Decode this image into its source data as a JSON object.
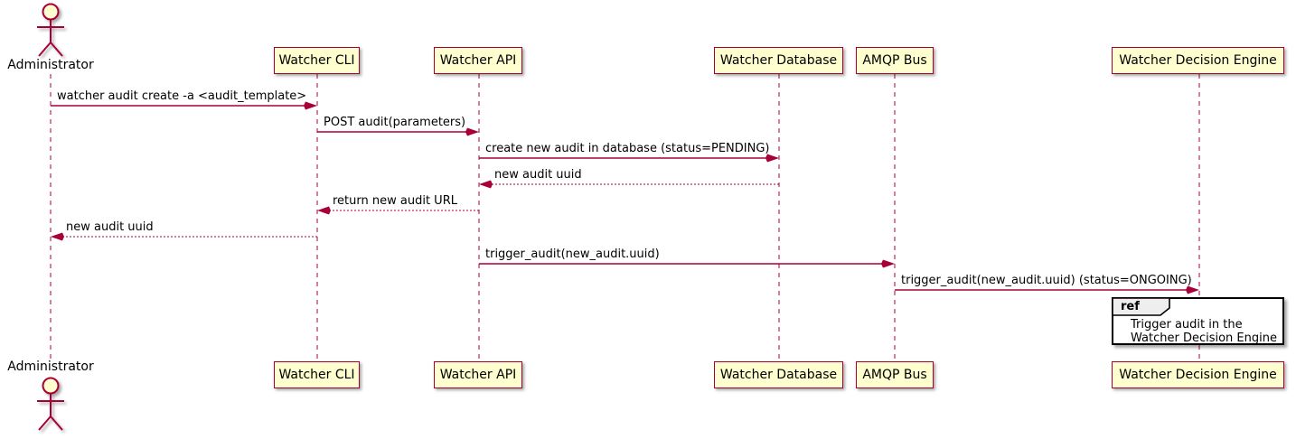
{
  "diagram": {
    "type": "uml-sequence-diagram",
    "colors": {
      "background": "#FFFFFF",
      "line": "#A80036",
      "participant_fill": "#FEFECE",
      "text": "#000000",
      "ref_fill": "#FFFFFF",
      "ref_header_fill": "#EEEEEE",
      "ref_border": "#000000"
    },
    "actor": {
      "name": "Administrator"
    },
    "participants": [
      {
        "name": "Watcher CLI"
      },
      {
        "name": "Watcher API"
      },
      {
        "name": "Watcher Database"
      },
      {
        "name": "AMQP Bus"
      },
      {
        "name": "Watcher Decision Engine"
      }
    ],
    "messages": [
      {
        "from": "Administrator",
        "to": "Watcher CLI",
        "label": "watcher audit create -a <audit_template>",
        "style": "solid"
      },
      {
        "from": "Watcher CLI",
        "to": "Watcher API",
        "label": "POST audit(parameters)",
        "style": "solid"
      },
      {
        "from": "Watcher API",
        "to": "Watcher Database",
        "label": "create new audit in database (status=PENDING)",
        "style": "solid"
      },
      {
        "from": "Watcher Database",
        "to": "Watcher API",
        "label": "new audit uuid",
        "style": "dashed"
      },
      {
        "from": "Watcher API",
        "to": "Watcher CLI",
        "label": "return new audit URL",
        "style": "dashed"
      },
      {
        "from": "Watcher CLI",
        "to": "Administrator",
        "label": "new audit uuid",
        "style": "dashed"
      },
      {
        "from": "Watcher API",
        "to": "AMQP Bus",
        "label": "trigger_audit(new_audit.uuid)",
        "style": "solid"
      },
      {
        "from": "AMQP Bus",
        "to": "Watcher Decision Engine",
        "label": "trigger_audit(new_audit.uuid) (status=ONGOING)",
        "style": "solid"
      }
    ],
    "ref": {
      "keyword": "ref",
      "over": "Watcher Decision Engine",
      "lines": [
        "Trigger audit in the",
        "Watcher Decision Engine"
      ]
    }
  }
}
